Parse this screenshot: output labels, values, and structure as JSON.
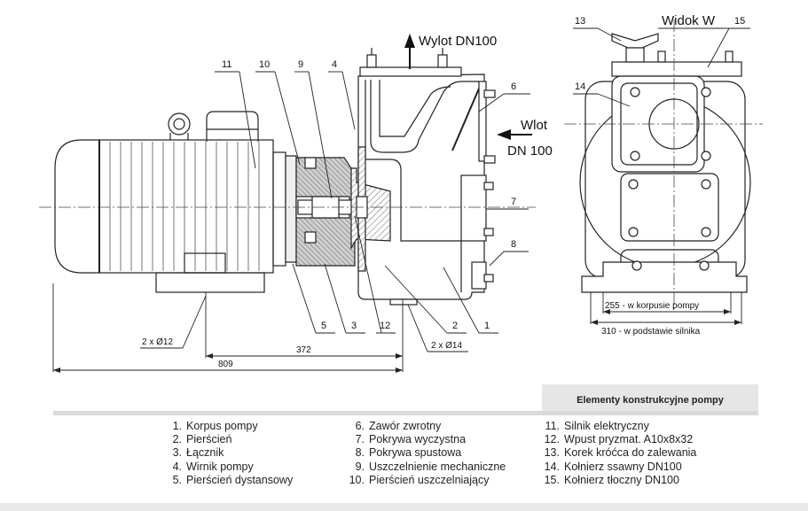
{
  "view": {
    "outlet": "Wylot DN100",
    "inlet_line1": "Wlot",
    "inlet_line2": "DN 100",
    "side_view": "Widok W"
  },
  "callouts": {
    "c1": "1",
    "c2": "2",
    "c3": "3",
    "c4": "4",
    "c5": "5",
    "c6": "6",
    "c7": "7",
    "c8": "8",
    "c9": "9",
    "c10": "10",
    "c11": "11",
    "c12": "12",
    "c13": "13",
    "c14": "14",
    "c15": "15"
  },
  "dimensions": {
    "holes_motor": "2 x Ø12",
    "holes_pump": "2 x Ø14",
    "len_372": "372",
    "len_809": "809",
    "w_255": "255 - w korpusie pompy",
    "w_310": "310 - w podstawie silnika"
  },
  "legend": {
    "title": "Elementy konstrukcyjne pompy",
    "col1": [
      {
        "n": "1.",
        "t": "Korpus pompy"
      },
      {
        "n": "2.",
        "t": "Pierścień"
      },
      {
        "n": "3.",
        "t": "Łącznik"
      },
      {
        "n": "4.",
        "t": "Wirnik pompy"
      },
      {
        "n": "5.",
        "t": "Pierścień dystansowy"
      }
    ],
    "col2": [
      {
        "n": "6.",
        "t": "Zawór zwrotny"
      },
      {
        "n": "7.",
        "t": "Pokrywa wyczystna"
      },
      {
        "n": "8.",
        "t": "Pokrywa spustowa"
      },
      {
        "n": "9.",
        "t": "Uszczelnienie mechaniczne"
      },
      {
        "n": "10.",
        "t": "Pierścień uszczelniający"
      }
    ],
    "col3": [
      {
        "n": "11.",
        "t": "Silnik elektryczny"
      },
      {
        "n": "12.",
        "t": "Wpust pryzmat. A10x8x32"
      },
      {
        "n": "13.",
        "t": "Korek króćca do zalewania"
      },
      {
        "n": "14.",
        "t": "Kołnierz ssawny DN100"
      },
      {
        "n": "15.",
        "t": "Kołnierz tłoczny DN100"
      }
    ]
  }
}
